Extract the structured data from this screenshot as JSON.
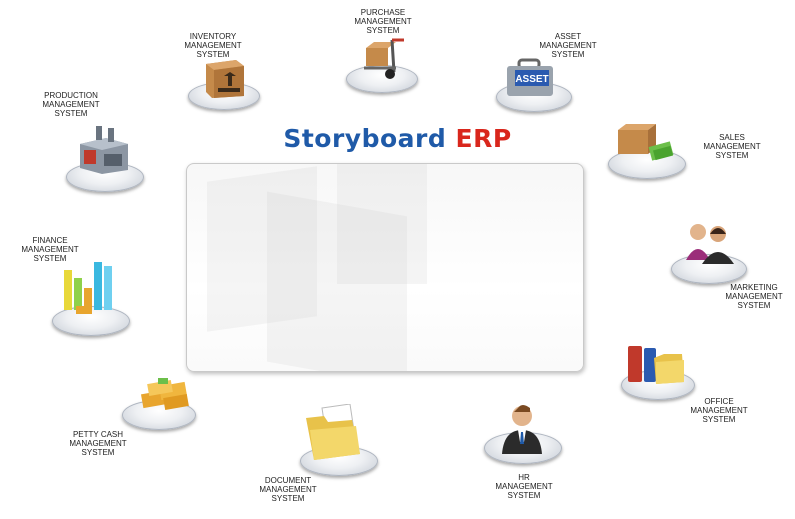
{
  "title": {
    "part1": "Storyboard",
    "part2": "ERP"
  },
  "nodes": {
    "inventory": {
      "lines": [
        "INVENTORY",
        "MANAGEMENT",
        "SYSTEM"
      ]
    },
    "purchase": {
      "lines": [
        "PURCHASE",
        "MANAGEMENT",
        "SYSTEM"
      ]
    },
    "asset": {
      "lines": [
        "ASSET",
        "MANAGEMENT",
        "SYSTEM"
      ],
      "badge": "ASSET"
    },
    "production": {
      "lines": [
        "PRODUCTION",
        "MANAGEMENT",
        "SYSTEM"
      ]
    },
    "sales": {
      "lines": [
        "SALES",
        "MANAGEMENT",
        "SYSTEM"
      ]
    },
    "finance": {
      "lines": [
        "FINANCE",
        "MANAGEMENT",
        "SYSTEM"
      ]
    },
    "marketing": {
      "lines": [
        "MARKETING",
        "MANAGEMENT",
        "SYSTEM"
      ]
    },
    "office": {
      "lines": [
        "OFFICE",
        "MANAGEMENT",
        "SYSTEM"
      ]
    },
    "pettycash": {
      "lines": [
        "PETTY CASH",
        "MANAGEMENT",
        "SYSTEM"
      ]
    },
    "document": {
      "lines": [
        "DOCUMENT",
        "MANAGEMENT",
        "SYSTEM"
      ]
    },
    "hr": {
      "lines": [
        "HR",
        "MANAGEMENT",
        "SYSTEM"
      ]
    }
  },
  "colors": {
    "title_blue": "#1f5aa8",
    "title_red": "#d9261c"
  }
}
